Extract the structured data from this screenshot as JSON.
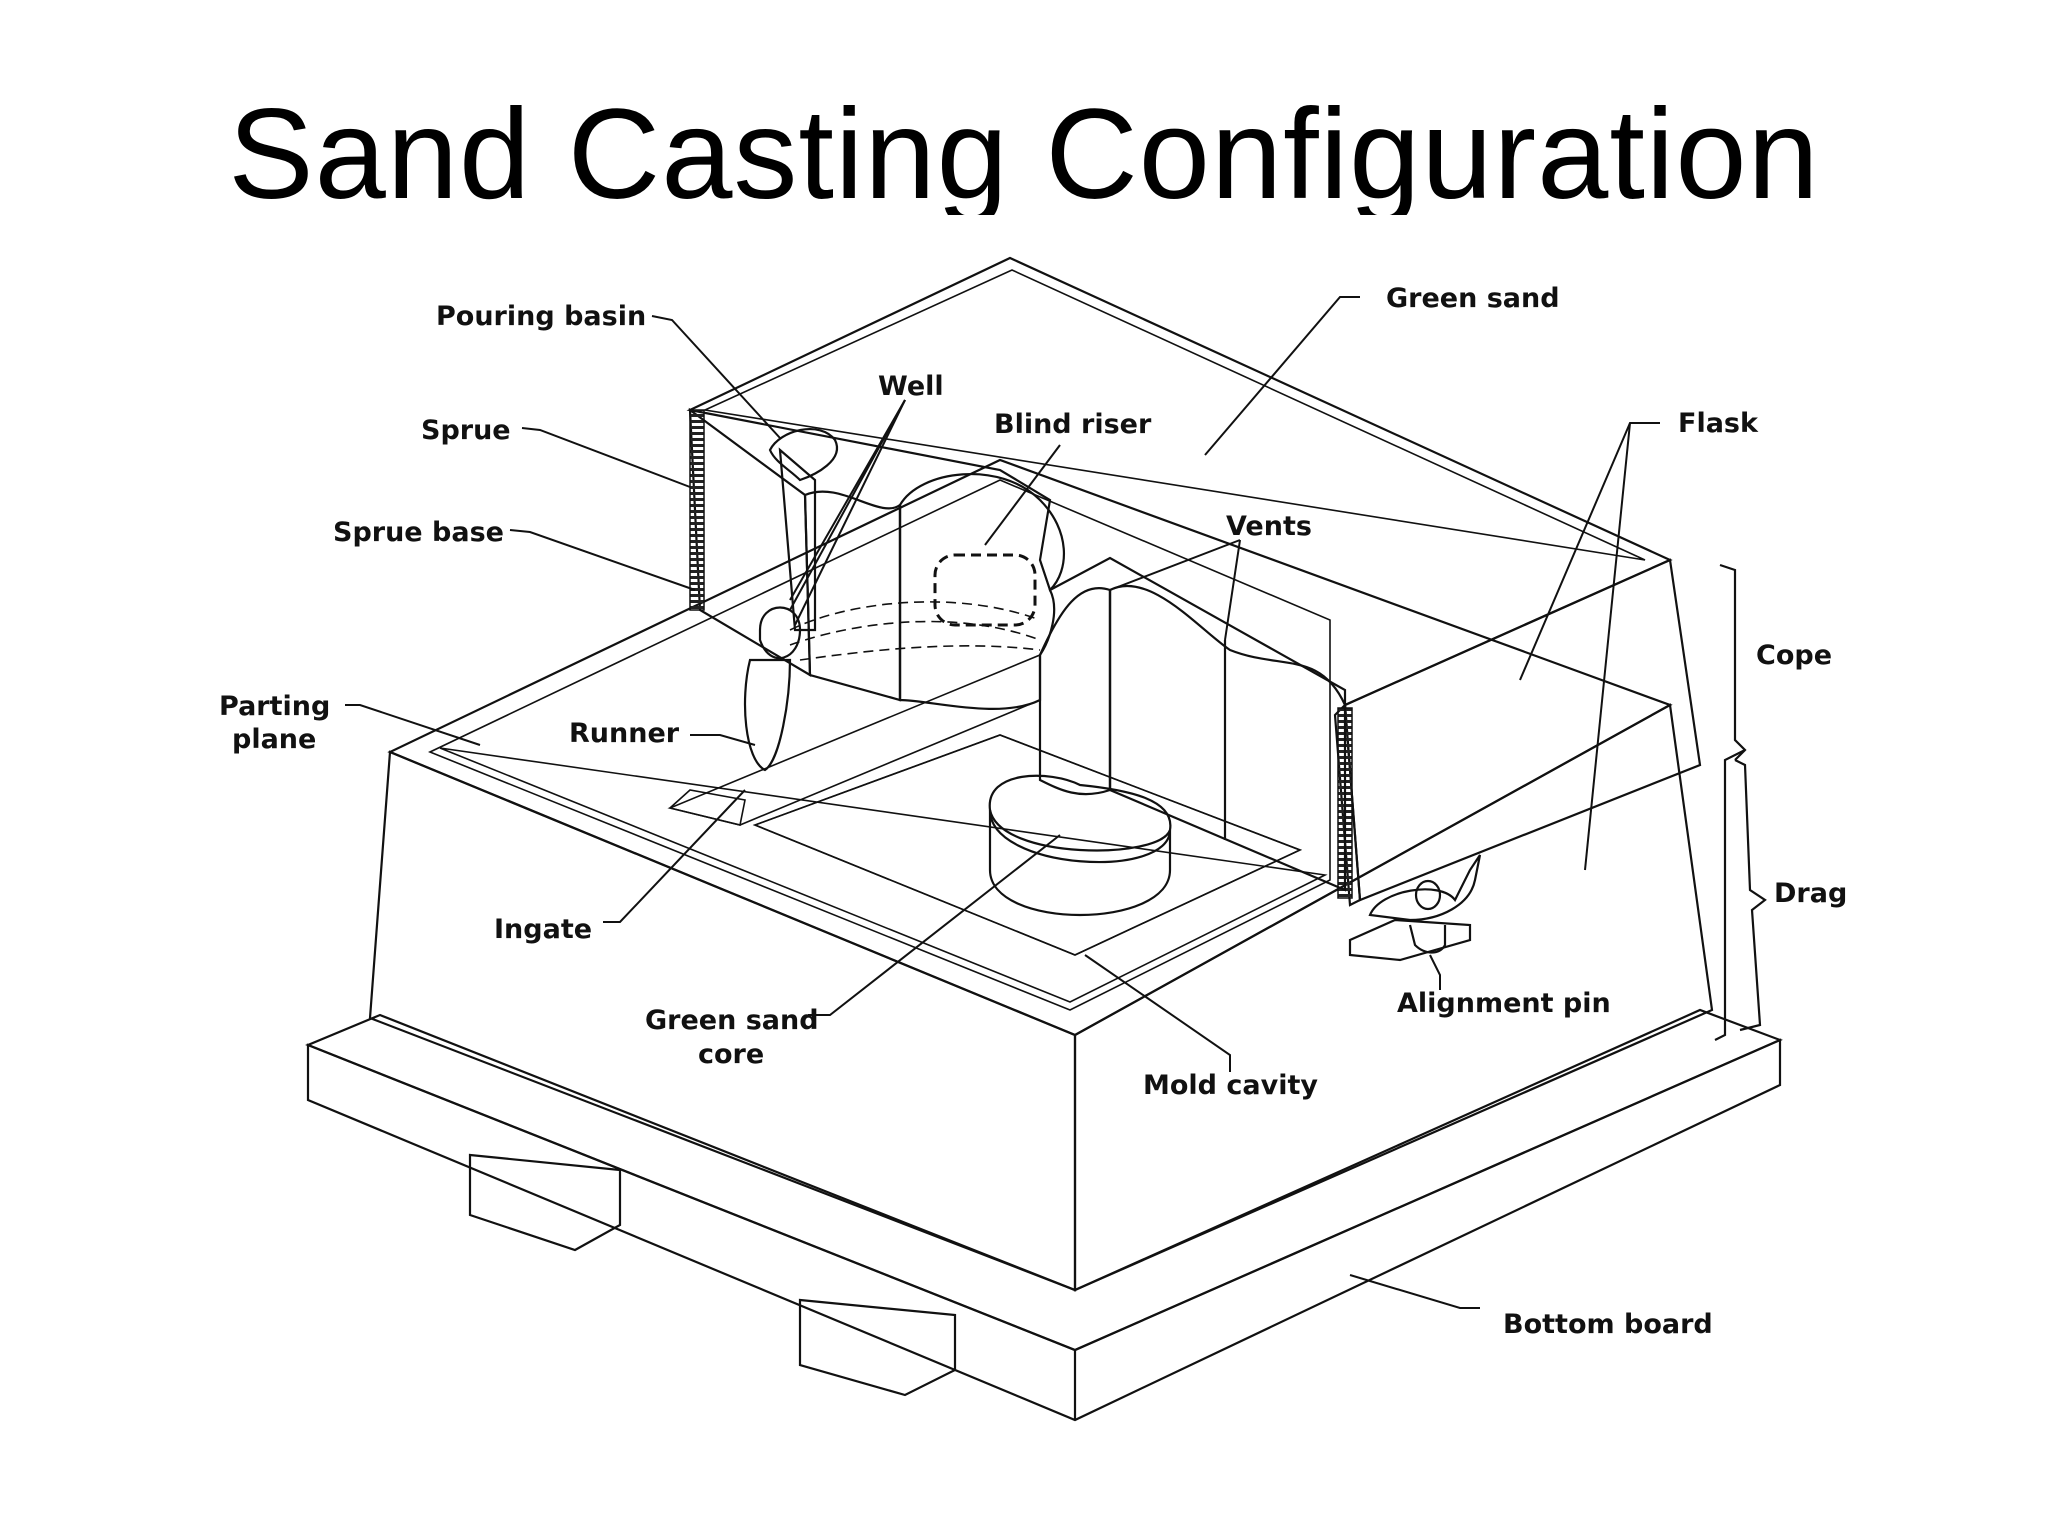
{
  "title": "Sand Casting Configuration",
  "labels": {
    "pouring_basin": "Pouring basin",
    "well": "Well",
    "blind_riser": "Blind riser",
    "green_sand": "Green sand",
    "flask": "Flask",
    "sprue": "Sprue",
    "sprue_base": "Sprue base",
    "vents": "Vents",
    "cope": "Cope",
    "parting_plane_1": "Parting",
    "parting_plane_2": "plane",
    "runner": "Runner",
    "drag": "Drag",
    "ingate": "Ingate",
    "alignment_pin": "Alignment pin",
    "green_sand_core_1": "Green sand",
    "green_sand_core_2": "core",
    "mold_cavity": "Mold cavity",
    "bottom_board": "Bottom board"
  }
}
